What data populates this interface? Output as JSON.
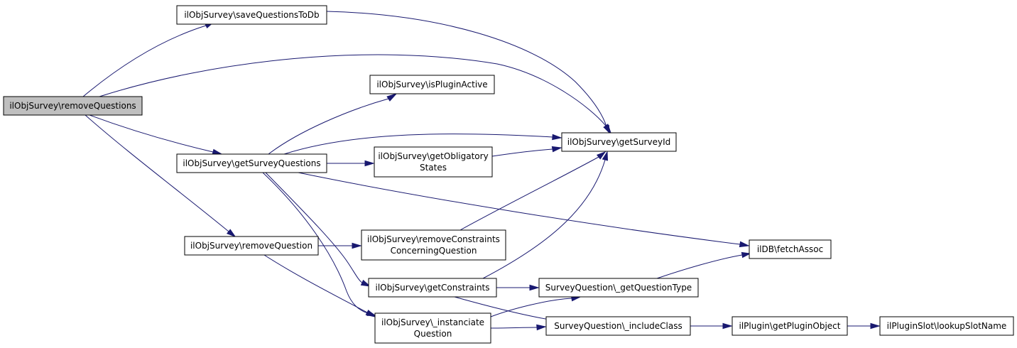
{
  "graph": {
    "nodes": {
      "removeQuestions": {
        "lines": [
          "ilObjSurvey\\removeQuestions"
        ]
      },
      "saveQuestionsToDb": {
        "lines": [
          "ilObjSurvey\\saveQuestionsToDb"
        ]
      },
      "isPluginActive": {
        "lines": [
          "ilObjSurvey\\isPluginActive"
        ]
      },
      "getSurveyId": {
        "lines": [
          "ilObjSurvey\\getSurveyId"
        ]
      },
      "getSurveyQuestions": {
        "lines": [
          "ilObjSurvey\\getSurveyQuestions"
        ]
      },
      "getObligatoryStates": {
        "lines": [
          "ilObjSurvey\\getObligatory",
          "States"
        ]
      },
      "removeQuestion": {
        "lines": [
          "ilObjSurvey\\removeQuestion"
        ]
      },
      "removeConstraints": {
        "lines": [
          "ilObjSurvey\\removeConstraints",
          "ConcerningQuestion"
        ]
      },
      "fetchAssoc": {
        "lines": [
          "ilDB\\fetchAssoc"
        ]
      },
      "getConstraints": {
        "lines": [
          "ilObjSurvey\\getConstraints"
        ]
      },
      "getQuestionType": {
        "lines": [
          "SurveyQuestion\\_getQuestionType"
        ]
      },
      "instanciateQuestion": {
        "lines": [
          "ilObjSurvey\\_instanciate",
          "Question"
        ]
      },
      "includeClass": {
        "lines": [
          "SurveyQuestion\\_includeClass"
        ]
      },
      "getPluginObject": {
        "lines": [
          "ilPlugin\\getPluginObject"
        ]
      },
      "lookupSlotName": {
        "lines": [
          "ilPluginSlot\\lookupSlotName"
        ]
      }
    }
  }
}
